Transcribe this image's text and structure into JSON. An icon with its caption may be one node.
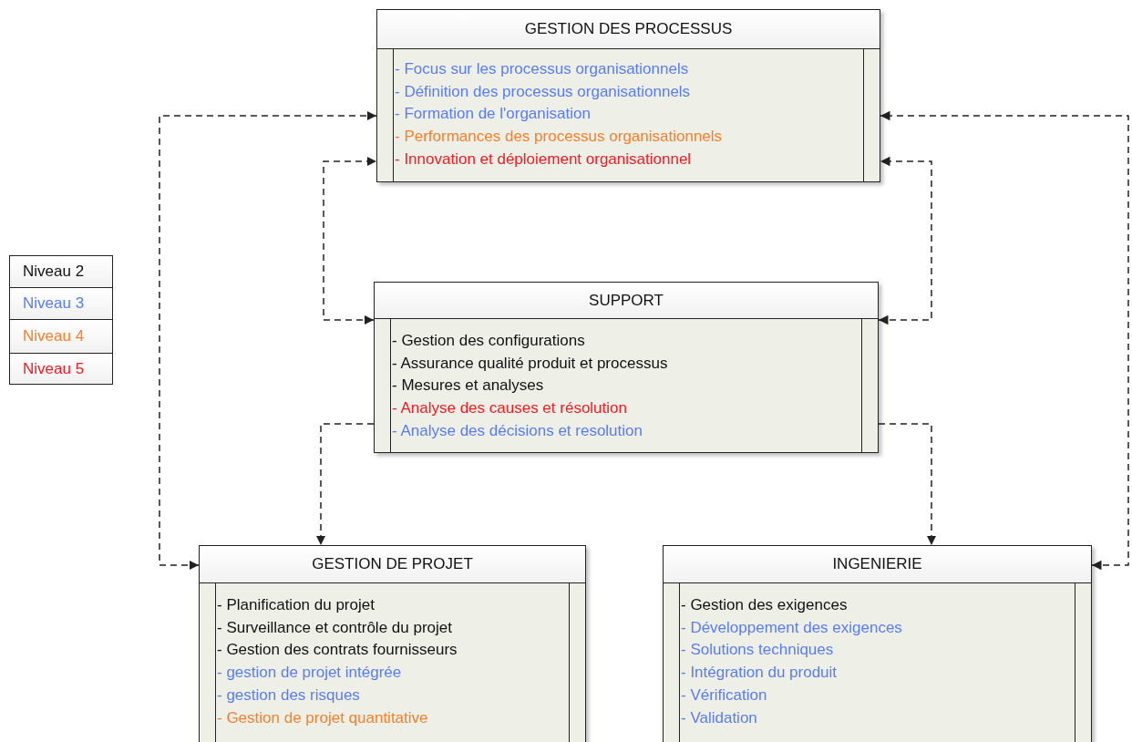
{
  "diagram": {
    "nodes": [
      {
        "text": [
          "GESTION DES PROCESSUS",
          "- Focus sur les processus organisationnels",
          "- Définition des processus organisationnels",
          "- Formation de l'organisation",
          "- Performances des processus organisationnels",
          "- Innovation et déploiement organisationnel"
        ]
      },
      {
        "text": [
          "SUPPORT",
          "- Gestion des configurations",
          "- Assurance qualité produit et processus",
          "- Mesures et analyses",
          "- Analyse des causes et résolution",
          "- Analyse des décisions et resolution"
        ]
      },
      {
        "text": [
          "GESTION DE PROJET",
          "- Planification du projet",
          "- Surveillance et contrôle du projet",
          "- Gestion des contrats fournisseurs",
          "- gestion de projet intégrée",
          "- gestion des risques",
          "- Gestion de projet quantitative"
        ]
      },
      {
        "text": [
          "INGENIERIE",
          "- Gestion des exigences",
          "- Développement des exigences",
          "- Solutions techniques",
          "- Intégration du produit",
          "- Vérification",
          "- Validation"
        ]
      }
    ],
    "edges": [
      {
        "from": 2,
        "to": 0,
        "arrow": "both",
        "style": "dashed"
      },
      {
        "from": 1,
        "to": 0,
        "arrow": "both",
        "style": "dashed"
      },
      {
        "from": 3,
        "to": 0,
        "arrow": "both",
        "style": "dashed"
      },
      {
        "from": 1,
        "to": 0,
        "arrow": "both",
        "style": "dashed"
      },
      {
        "from": 1,
        "to": 2,
        "arrow": "to",
        "style": "dashed"
      },
      {
        "from": 1,
        "to": 3,
        "arrow": "to",
        "style": "dashed"
      }
    ],
    "legend": [
      {
        "text": "Niveau 2",
        "color": "#111111"
      },
      {
        "text": "Niveau 3",
        "color": "#5a7cf2"
      },
      {
        "text": "Niveau 4",
        "color": "#f57f2a"
      },
      {
        "text": "Niveau 5",
        "color": "#ee1c25"
      }
    ]
  }
}
